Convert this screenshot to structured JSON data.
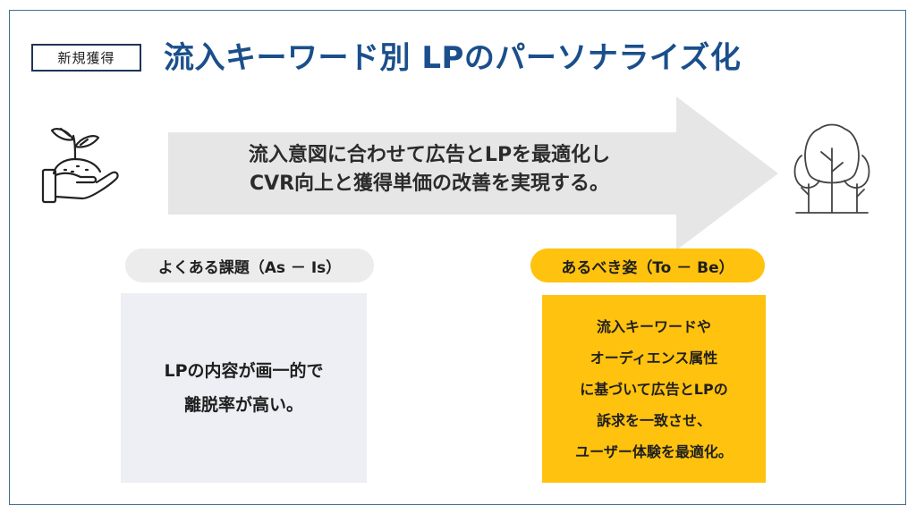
{
  "header": {
    "tag": "新規獲得",
    "title": "流入キーワード別 LPのパーソナライズ化"
  },
  "arrow": {
    "lines": [
      "流入意図に合わせて広告とLPを最適化し",
      "CVR向上と獲得単価の改善を実現する。"
    ]
  },
  "as_is": {
    "label": "よくある課題（As － Is）",
    "lines": [
      "LPの内容が画一的で",
      "離脱率が高い。"
    ]
  },
  "to_be": {
    "label": "あるべき姿（To － Be）",
    "lines": [
      "流入キーワードや",
      "オーディエンス属性",
      "に基づいて広告とLPの",
      "訴求を一致させ、",
      "ユーザー体験を最適化。"
    ]
  },
  "icons": {
    "left": "hand-plant-icon",
    "right": "trees-icon"
  },
  "colors": {
    "title": "#1a4f8b",
    "accent": "#ffc20e",
    "arrow": "#e6e6e6",
    "panel_gray": "#eeeff4"
  }
}
